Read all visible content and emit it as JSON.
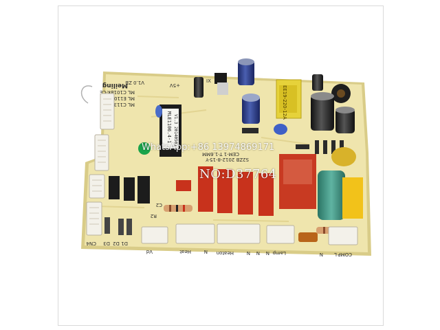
{
  "photo": {
    "subject": "Meiling refrigerator control circuit board"
  },
  "board_text": {
    "brand": "Meiling",
    "model_lines": [
      "ML C101BK-CE",
      "ML E1106",
      "ML C1132"
    ],
    "version": "V1.0 ZB",
    "chip_label_1": "MLE1106.4-1",
    "chip_label_2": "V1.3 20140501",
    "date_code": "S2ZB 2012-8-15-Y",
    "cem_code": "CEM-1 T-1.6MM",
    "transformer_label": "EE19-220-12A",
    "silk_ix": "IX",
    "silk_plus5v": "+5V",
    "silk_c2": "C2",
    "silk_r2": "R2",
    "silk_d1_d2": "D1 D2",
    "silk_d3": "D3",
    "silk_cn4": "CN4",
    "connector_labels": [
      "Vd",
      "Heat",
      "N",
      "Heaton",
      "N",
      "N",
      "N",
      "Lamp",
      "N",
      "L",
      "COMP"
    ]
  },
  "watermarks": {
    "contact": "WhatsApp:+86 13974869171",
    "item_no": "NO:D37764"
  },
  "colors": {
    "board": "#efe5ad",
    "board_edge": "#d9cc88",
    "relay": "#c8321c",
    "capacitor_blue": "#2a3a80",
    "film_cap_green": "#3a8c7c",
    "x2_cap_yellow": "#f2c21a",
    "connector_white": "#f3f1ea"
  }
}
